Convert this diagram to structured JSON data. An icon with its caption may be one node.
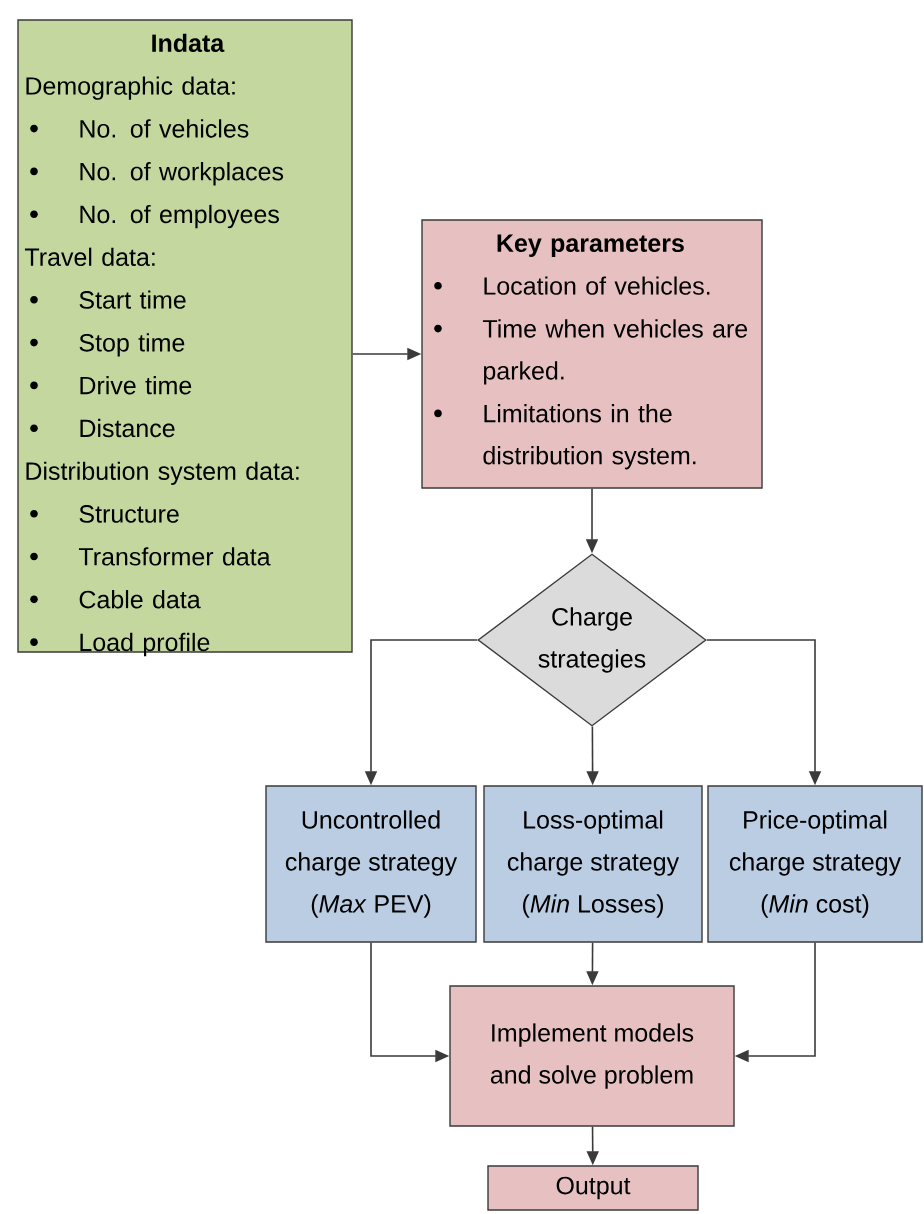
{
  "diagram": {
    "nodes": [
      {
        "text": [
          "Indata",
          "Demographic data:",
          "No. of vehicles",
          "No. of workplaces",
          "No. of employees",
          "Travel data:",
          "Start time",
          "Stop time",
          "Drive time",
          "Distance",
          "Distribution system data:",
          "Structure",
          "Transformer data",
          "Cable data",
          "Load profile"
        ]
      },
      {
        "text": [
          "Key parameters",
          "Location of vehicles.",
          "Time when vehicles are parked.",
          "Limitations in the distribution system."
        ]
      },
      {
        "text": [
          "Charge strategies"
        ]
      },
      {
        "text": [
          "Uncontrolled charge strategy (*Max* PEV)"
        ]
      },
      {
        "text": [
          "Loss-optimal charge strategy (*Min* Losses)"
        ]
      },
      {
        "text": [
          "Price-optimal charge strategy (*Min* cost)"
        ]
      },
      {
        "text": [
          "Implement models and solve problem"
        ]
      },
      {
        "text": [
          "Output"
        ]
      }
    ],
    "edges": [
      {
        "from": 0,
        "to": 1,
        "arrow": "to"
      },
      {
        "from": 1,
        "to": 2,
        "arrow": "to"
      },
      {
        "from": 2,
        "to": 3,
        "arrow": "to"
      },
      {
        "from": 2,
        "to": 4,
        "arrow": "to"
      },
      {
        "from": 2,
        "to": 5,
        "arrow": "to"
      },
      {
        "from": 3,
        "to": 6,
        "arrow": "to"
      },
      {
        "from": 4,
        "to": 6,
        "arrow": "to"
      },
      {
        "from": 5,
        "to": 6,
        "arrow": "to"
      },
      {
        "from": 6,
        "to": 7,
        "arrow": "to"
      }
    ]
  }
}
